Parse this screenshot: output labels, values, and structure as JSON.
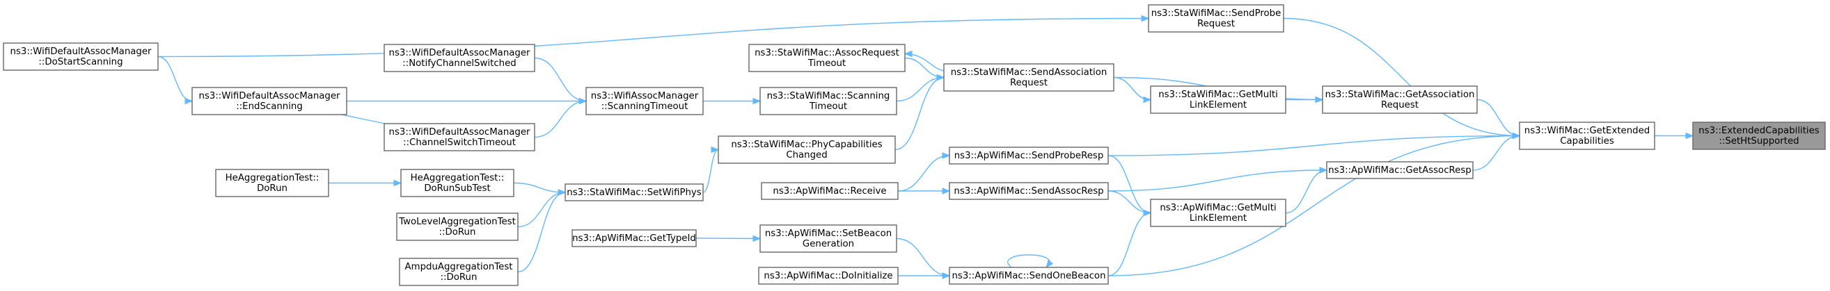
{
  "graph": {
    "nodes": [
      {
        "id": "root",
        "lines": [
          "ns3::ExtendedCapabilities",
          "::SetHtSupported"
        ],
        "highlight": true
      },
      {
        "id": "getext",
        "lines": [
          "ns3::WifiMac::GetExtended",
          "Capabilities"
        ]
      },
      {
        "id": "sendprobereq",
        "lines": [
          "ns3::StaWifiMac::SendProbe",
          "Request"
        ]
      },
      {
        "id": "getassocreq",
        "lines": [
          "ns3::StaWifiMac::GetAssociation",
          "Request"
        ]
      },
      {
        "id": "getassocresp",
        "lines": [
          "ns3::ApWifiMac::GetAssocResp"
        ]
      },
      {
        "id": "sendproberesp",
        "lines": [
          "ns3::ApWifiMac::SendProbeResp"
        ]
      },
      {
        "id": "sendonebeacon",
        "lines": [
          "ns3::ApWifiMac::SendOneBeacon"
        ]
      },
      {
        "id": "dostartscanning",
        "lines": [
          "ns3::WifiDefaultAssocManager",
          "::DoStartScanning"
        ]
      },
      {
        "id": "staGetMultiLink",
        "lines": [
          "ns3::StaWifiMac::GetMulti",
          "LinkElement"
        ]
      },
      {
        "id": "sendassocreq",
        "lines": [
          "ns3::StaWifiMac::SendAssociation",
          "Request"
        ]
      },
      {
        "id": "assocreqtimeout",
        "lines": [
          "ns3::StaWifiMac::AssocRequest",
          "Timeout"
        ]
      },
      {
        "id": "scanningtimeout_sta",
        "lines": [
          "ns3::StaWifiMac::Scanning",
          "Timeout"
        ]
      },
      {
        "id": "phycapchanged",
        "lines": [
          "ns3::StaWifiMac::PhyCapabilities",
          "Changed"
        ]
      },
      {
        "id": "assocmgr_scanningtimeout",
        "lines": [
          "ns3::WifiAssocManager",
          "::ScanningTimeout"
        ]
      },
      {
        "id": "notifychannelswitched",
        "lines": [
          "ns3::WifiDefaultAssocManager",
          "::NotifyChannelSwitched"
        ]
      },
      {
        "id": "endscanning",
        "lines": [
          "ns3::WifiDefaultAssocManager",
          "::EndScanning"
        ]
      },
      {
        "id": "channelswitchtimeout",
        "lines": [
          "ns3::WifiDefaultAssocManager",
          "::ChannelSwitchTimeout"
        ]
      },
      {
        "id": "setwifiphys",
        "lines": [
          "ns3::StaWifiMac::SetWifiPhys"
        ]
      },
      {
        "id": "he_dorunsubtest",
        "lines": [
          "HeAggregationTest::",
          "DoRunSubTest"
        ]
      },
      {
        "id": "he_dorun",
        "lines": [
          "HeAggregationTest::",
          "DoRun"
        ]
      },
      {
        "id": "twolevel_dorun",
        "lines": [
          "TwoLevelAggregationTest",
          "::DoRun"
        ]
      },
      {
        "id": "ampdu_dorun",
        "lines": [
          "AmpduAggregationTest",
          "::DoRun"
        ]
      },
      {
        "id": "apGetMultiLink",
        "lines": [
          "ns3::ApWifiMac::GetMulti",
          "LinkElement"
        ]
      },
      {
        "id": "sendassocresp",
        "lines": [
          "ns3::ApWifiMac::SendAssocResp"
        ]
      },
      {
        "id": "receive",
        "lines": [
          "ns3::ApWifiMac::Receive"
        ]
      },
      {
        "id": "setbeacongen",
        "lines": [
          "ns3::ApWifiMac::SetBeacon",
          "Generation"
        ]
      },
      {
        "id": "gettypeid",
        "lines": [
          "ns3::ApWifiMac::GetTypeId"
        ]
      },
      {
        "id": "doinitialize",
        "lines": [
          "ns3::ApWifiMac::DoInitialize"
        ]
      }
    ]
  }
}
